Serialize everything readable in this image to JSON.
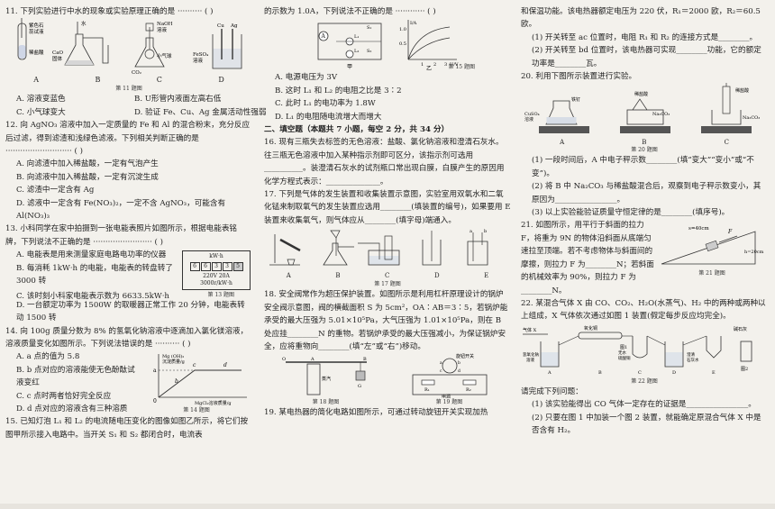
{
  "col1": {
    "q11": {
      "stem": "11. 下列实验进行中水的现象或实验原理正确的是 ·········· (    )",
      "fig_labels": {
        "a1": "紫色石",
        "a2": "蕊试液",
        "a3": "稀盐酸",
        "b1": "水",
        "b2": "CaO",
        "b3": "固体",
        "c1": "NaOH",
        "c2": "溶液",
        "c3": "CO₂",
        "c4": "小气球",
        "d1": "Cu",
        "d2": "Ag",
        "d3": "FeSO₄",
        "d4": "溶液"
      },
      "letters": [
        "A",
        "B",
        "C",
        "D"
      ],
      "caption": "第 11 题图",
      "options": [
        "A. 溶液变蓝色",
        "B. U形管内液面左高右低",
        "C. 小气球变大",
        "D. 验证 Fe、Cu、Ag 金属活动性强弱"
      ]
    },
    "q12": {
      "stem": "12. 向 AgNO₃ 溶液中加入一定质量的 Fe 和 Al 的混合粉末，充分反应后过滤，得到滤渣和浅绿色滤液。下列相关判断正确的是 ··························· (    )",
      "options": [
        "A. 向滤渣中加入稀盐酸，一定有气泡产生",
        "B. 向滤液中加入稀盐酸，一定有沉淀生成",
        "C. 滤渣中一定含有 Ag",
        "D. 滤液中一定含有 Fe(NO₃)₂，一定不含 AgNO₃，可能含有 Al(NO₃)₃"
      ]
    },
    "q13": {
      "stem": "13. 小科同学在家中拍摄到一张电能表照片如图所示，根据电能表铭牌，下列说法不正确的是 ························ (    )",
      "options": [
        "A. 电能表是用来测量家庭电路电功率的仪器",
        "B. 每消耗 1kW·h 的电能，电能表的转盘转了 3000 转",
        "C. 该时刻小科家电能表示数为 6633.5kW·h",
        "D. 一台额定功率为 1500W 的取暖器正常工作 20 分钟，电能表转动 1500 转"
      ],
      "meter": {
        "unit": "kW·h",
        "digits": [
          "6",
          "6",
          "3",
          "3",
          "5"
        ],
        "spec1": "220V    20A",
        "spec2": "3000r/kW·h"
      },
      "caption": "第 13 题图"
    },
    "q14": {
      "stem": "14. 向 100g 质量分数为 8% 的氢氧化钠溶液中逐滴加入氯化镁溶液，溶液质量变化如图所示。下列说法错误的是 ·········· (    )",
      "options": [
        "A. a 点的值为 5.8",
        "B. b 点对应的溶液能使无色酚酞试液变红",
        "C. c 点时两者恰好完全反应",
        "D. d 点对应的溶液含有三种溶质"
      ],
      "graph": {
        "ylabel1": "Mg (OH)₂",
        "ylabel2": "沉淀质量/g",
        "xlabel": "MgCl₂溶液质量/g",
        "o": "0",
        "a": "a",
        "b": "b",
        "c": "c",
        "d": "d"
      },
      "caption": "第 14 题图"
    },
    "q15": {
      "stem": "15. 已知灯泡 L₁ 和 L₂ 的电流随电压变化的图像如图乙所示，将它们按图甲所示接入电路中。当开关 S₁ 和 S₂ 都闭合时，电流表"
    }
  },
  "col2": {
    "q15cont": {
      "stem": "的示数为 1.0A，下列说法不正确的是 ············ (    )",
      "fig": {
        "label_jia": "甲",
        "label_yi": "乙",
        "ia": "I/A",
        "ua": "U/V",
        "s1": "S₁",
        "s2": "S₂",
        "l1": "L₁",
        "l2": "L₂",
        "a": "A",
        "y1": "1.0",
        "y2": "0.5",
        "x1": "1",
        "x2": "2",
        "x3": "3"
      },
      "caption": "第 15 题图",
      "options": [
        "A. 电源电压为 3V",
        "B. 这时 L₁ 和 L₂ 的电阻之比是 3∶2",
        "C. 此时 L₁ 的电功率为 1.8W",
        "D. L₁ 的电阻随电流增大而增大"
      ]
    },
    "section2": "二、填空题（本题共 7 小题，每空 2 分，共 34 分）",
    "q16": {
      "text": "16. 现有三瓶失去标签的无色溶液：盐酸、氯化钠溶液和澄清石灰水。往三瓶无色溶液中加入某种指示剂即可区分，该指示剂可选用__________。装澄清石灰水的试剂瓶口常出现白膜，白膜产生的原因用化学方程式表示：______________。"
    },
    "q17": {
      "text": "17. 下列是气体的发生装置和收集装置示意图，实验室用双氧水和二氧化锰来制取氧气的发生装置应选用________(填装置的编号)，如果要用 E 装置来收集氧气，则气体应从________(填字母)端通入。",
      "letters": [
        "A",
        "B",
        "C",
        "D",
        "E"
      ],
      "e_a": "a",
      "e_b": "b",
      "caption": "第 17 题图"
    },
    "q18": {
      "text": "18. 安全阀常作为超压保护装置。如图所示是利用杠杆原理设计的锅炉安全阀示意图，阀的横截面积 S 为 5cm²，OA∶AB＝3∶5，若锅炉能承受的最大压强为 5.01×10⁵Pa，大气压强为 1.01×10⁵Pa，则在 B 处应挂________N 的重物。若锅炉承受的最大压强减小，为保证锅炉安全，应将重物向________(填“左”或“右”)移动。",
      "fig": {
        "o": "O",
        "a": "A",
        "b": "B",
        "g": "G",
        "steam": "蒸汽"
      },
      "caption18": "第 18 题图",
      "fig19": {
        "switch": "旋钮开关",
        "r1": "R₁",
        "r2": "R₂",
        "src": "电源",
        "a": "a",
        "b": "b",
        "c": "c",
        "d": "d"
      },
      "caption19": "第 19 题图"
    },
    "q19": {
      "text": "19. 某电热器的简化电路如图所示，可通过转动旋钮开关实现加热"
    }
  },
  "col3": {
    "q19cont": {
      "text": "和保温功能。该电热器额定电压为 220 伏，R₁＝2000 欧，R₂＝60.5 欧。",
      "sub1": "(1) 开关转至 ac 位置时，电阻 R₁ 和 R₂ 的连接方式是________。",
      "sub2": "(2) 开关转至 bd 位置时，该电热器可实现________功能，它的额定功率是________瓦。"
    },
    "q20": {
      "stem": "20. 利用下图所示装置进行实验。",
      "fig": {
        "la": "铁钉",
        "lb": "CuSO₄",
        "lb2": "溶液",
        "lc": "稀盐酸",
        "ld": "Na₂CO₃",
        "le": "稀盐酸",
        "lf": "Na₂CO₃",
        "a": "A",
        "b": "B",
        "c": "C"
      },
      "caption": "第 20 题图",
      "sub1": "(1) 一段时间后，A 中电子秤示数________(填“变大”“变小”或“不变”)。",
      "sub2": "(2) 将 B 中 Na₂CO₃ 与稀盐酸混合后，观察到电子秤示数变小，其原因为________________。",
      "sub3": "(3) 以上实验能验证质量守恒定律的是________(填序号)。"
    },
    "q21": {
      "text": "21. 如图所示，用平行于斜面的拉力 F，将重为 9N 的物体沿斜面从底端匀速拉至顶端。若不考虑物体与斜面间的摩擦，则拉力 F 为________N；若斜面的机械效率为 90%，则拉力 F 为________N。",
      "fig": {
        "s": "s=40cm",
        "h": "h=20cm",
        "f": "F"
      },
      "caption": "第 21 题图"
    },
    "q22": {
      "text": "22. 某混合气体 X 由 CO、CO₂、H₂O(水蒸气)、H₂ 中的两种或两种以上组成，X 气体依次通过如图 1 装置(假定每步反应均完全)。",
      "fig": {
        "gas": "气体 X",
        "cuo": "氧化铜",
        "naoh": "氢氧化钠",
        "naoh2": "溶液",
        "cuso4": "无水",
        "cuso4b": "硫酸铜",
        "lime": "澄清",
        "lime2": "石灰水",
        "soda": "碱石灰",
        "a": "A",
        "b": "B",
        "c": "C",
        "d": "D",
        "e": "E",
        "fig1": "图1",
        "fig2": "图2"
      },
      "caption": "第 22 题图",
      "prompt": "请完成下列问题：",
      "sub1": "(1) 该实验能得出 CO 气体一定存在的证据是________________。",
      "sub2": "(2) 只要在图 1 中加装一个图 2 装置，就能确定原混合气体 X 中是否含有 H₂。"
    }
  }
}
